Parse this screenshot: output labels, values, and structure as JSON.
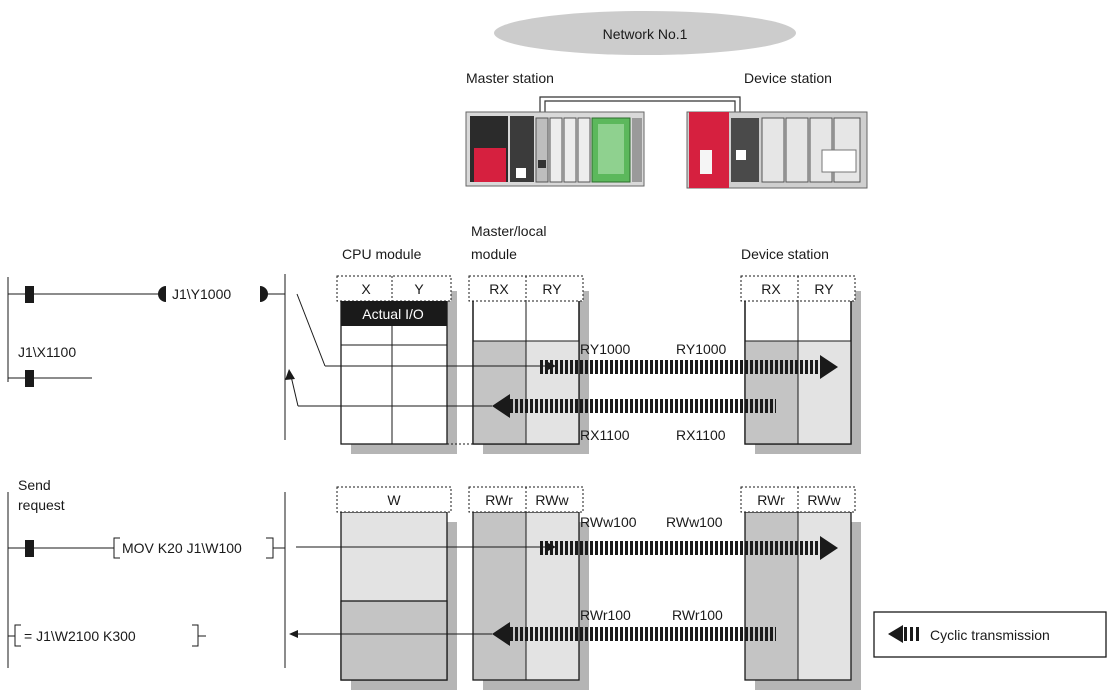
{
  "network": {
    "label": "Network No.1"
  },
  "stations": {
    "master": "Master station",
    "device": "Device station"
  },
  "modules": {
    "cpu": "CPU module",
    "master_local_line1": "Master/local",
    "master_local_line2": "module",
    "device_station": "Device station"
  },
  "headers": {
    "x": "X",
    "y": "Y",
    "actual_io": "Actual I/O",
    "rx": "RX",
    "ry": "RY",
    "w": "W",
    "rwr": "RWr",
    "rww": "RWw"
  },
  "ladder": {
    "coil_out": "J1\\Y1000",
    "contact_in": "J1\\X1100",
    "send_line1": "Send",
    "send_line2": "request",
    "mov_instr": "MOV K20 J1\\W100",
    "compare_instr": "= J1\\W2100 K300"
  },
  "transfers": {
    "ry_left": "RY1000",
    "ry_right": "RY1000",
    "rx_left": "RX1100",
    "rx_right": "RX1100",
    "rww_left": "RWw100",
    "rww_right": "RWw100",
    "rwr_left": "RWr100",
    "rwr_right": "RWr100"
  },
  "legend": {
    "label": "Cyclic transmission"
  },
  "colors": {
    "cloud": "#cccccc",
    "shadow": "#b5b5b5",
    "shaded_dark": "#c4c4c4",
    "shaded_light": "#e3e3e3",
    "actual_io_bg": "#1a1a1a",
    "plc_red": "#d6203f",
    "plc_green": "#5cb85c"
  }
}
